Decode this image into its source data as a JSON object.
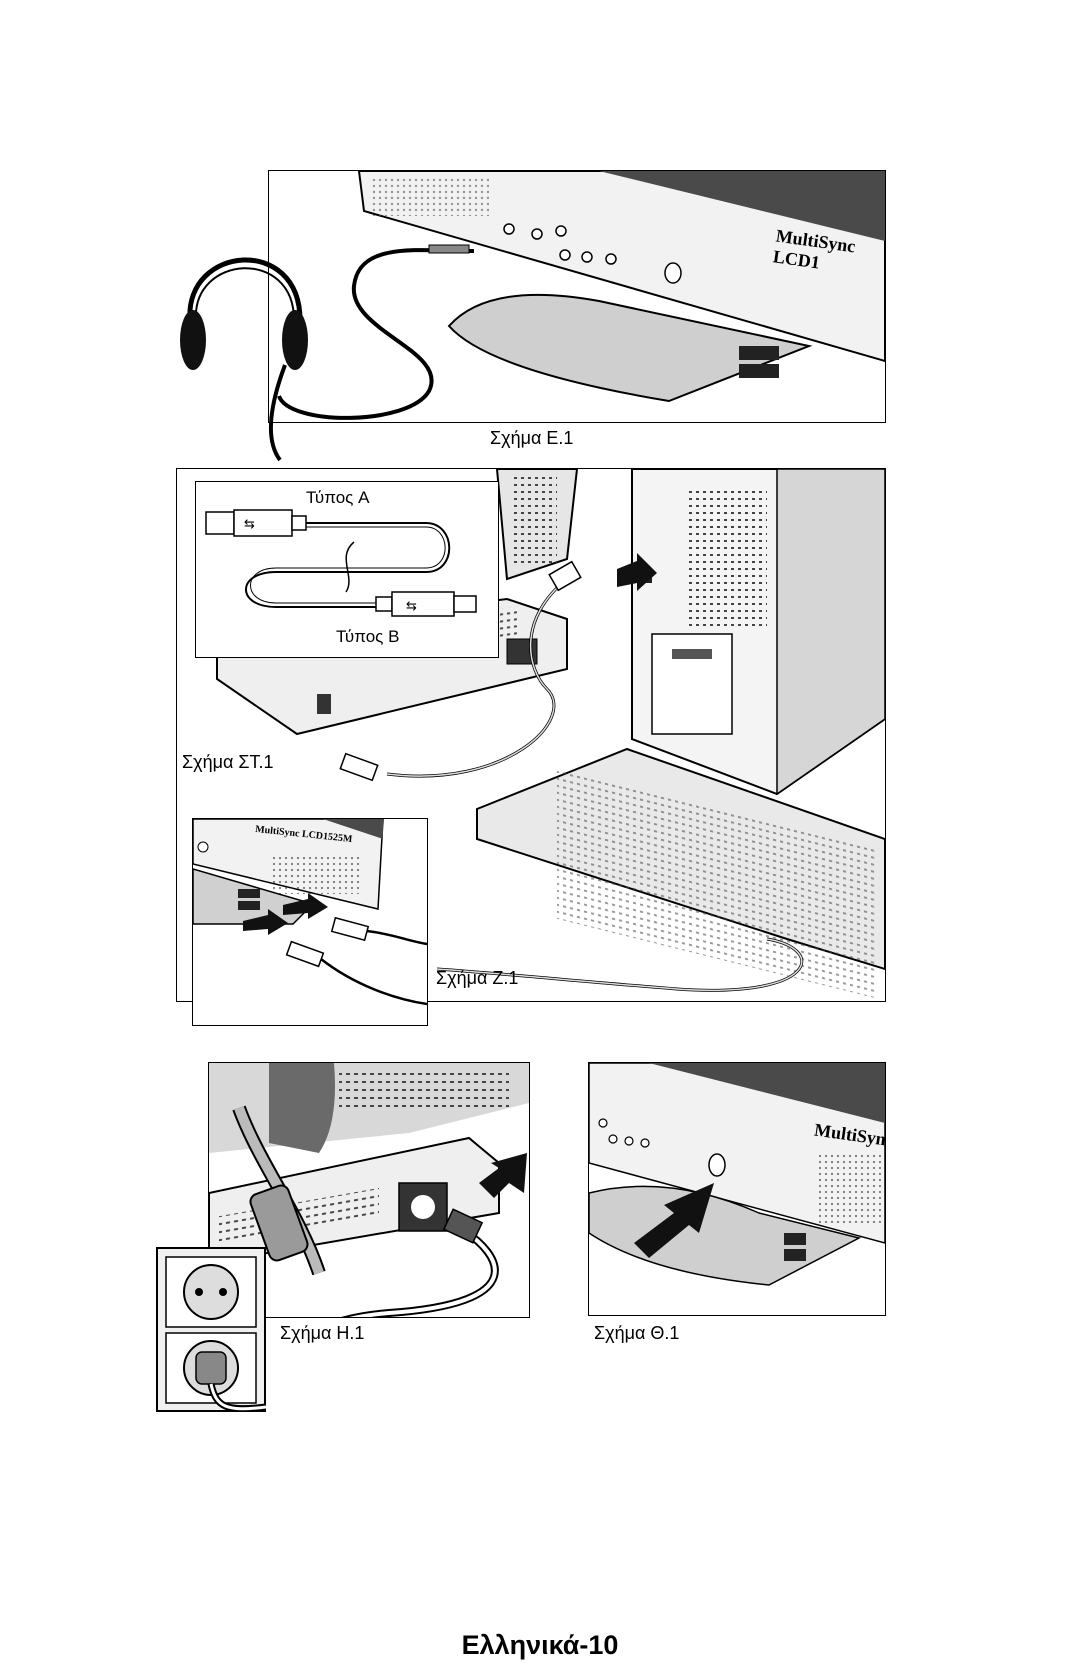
{
  "figures": {
    "e1": {
      "caption": "Σχήμα Ε.1",
      "brand": "MultiSync LCD1"
    },
    "st1": {
      "caption": "Σχήμα ΣΤ.1",
      "usb_type_a": "Τύπος A",
      "usb_type_b": "Τύπος B"
    },
    "z1": {
      "caption": "Σχήμα Ζ.1",
      "brand": "MultiSync LCD1525M"
    },
    "h1": {
      "caption": "Σχήμα Η.1"
    },
    "th1": {
      "caption": "Σχήμα Θ.1",
      "brand": "MultiSync"
    }
  },
  "footer": "Ελληνικά-10"
}
